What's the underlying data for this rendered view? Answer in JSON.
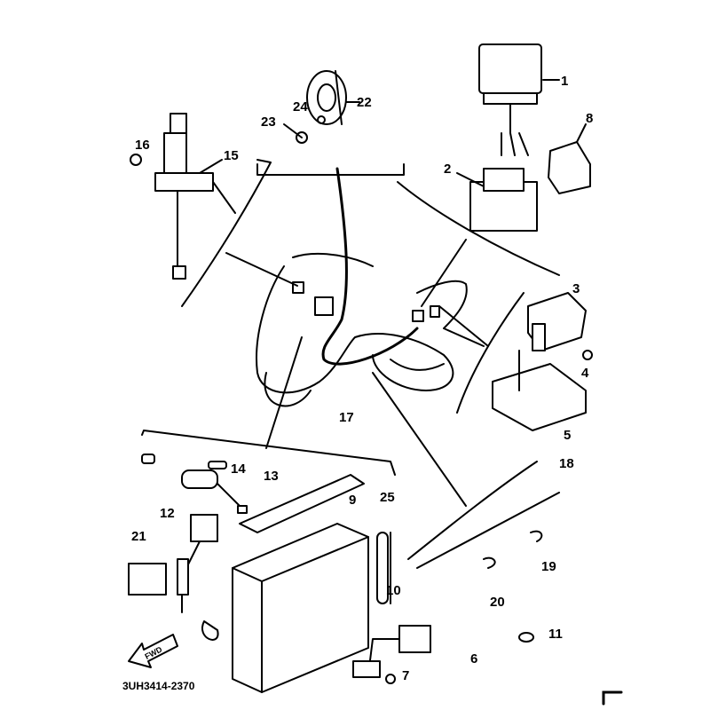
{
  "diagram": {
    "drawing_code": "3UH3414-2370",
    "direction_marker": "FWD",
    "part_labels": [
      "1",
      "2",
      "3",
      "4",
      "5",
      "6",
      "7",
      "8",
      "9",
      "10",
      "11",
      "12",
      "13",
      "14",
      "15",
      "16",
      "17",
      "18",
      "19",
      "20",
      "21",
      "22",
      "23",
      "24",
      "25"
    ]
  }
}
